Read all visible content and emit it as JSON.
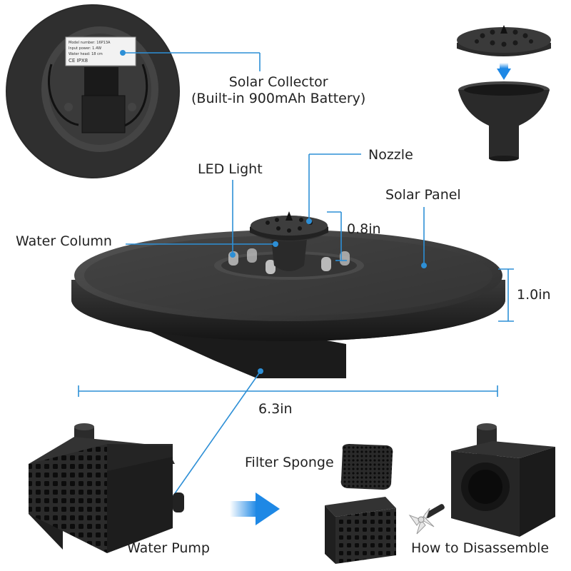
{
  "labels": {
    "solar_collector_line1": "Solar Collector",
    "solar_collector_line2": "(Built-in 900mAh Battery)",
    "nozzle": "Nozzle",
    "led_light": "LED Light",
    "solar_panel": "Solar Panel",
    "water_column": "Water Column",
    "filter_sponge": "Filter Sponge",
    "water_pump": "Water Pump",
    "how_to_disassemble": "How to Disassemble"
  },
  "dimensions": {
    "nozzle_height": "0.8in",
    "thickness": "1.0in",
    "diameter": "6.3in"
  },
  "product_label": {
    "lines": [
      "Model number: 16P13A",
      "Input power: 1.4W",
      "Water head: 18 cm",
      "CE IPX8"
    ]
  },
  "colors": {
    "callout": "#2d8fd6",
    "body": "#2a2a2a",
    "arrow": "#1e88e5"
  }
}
